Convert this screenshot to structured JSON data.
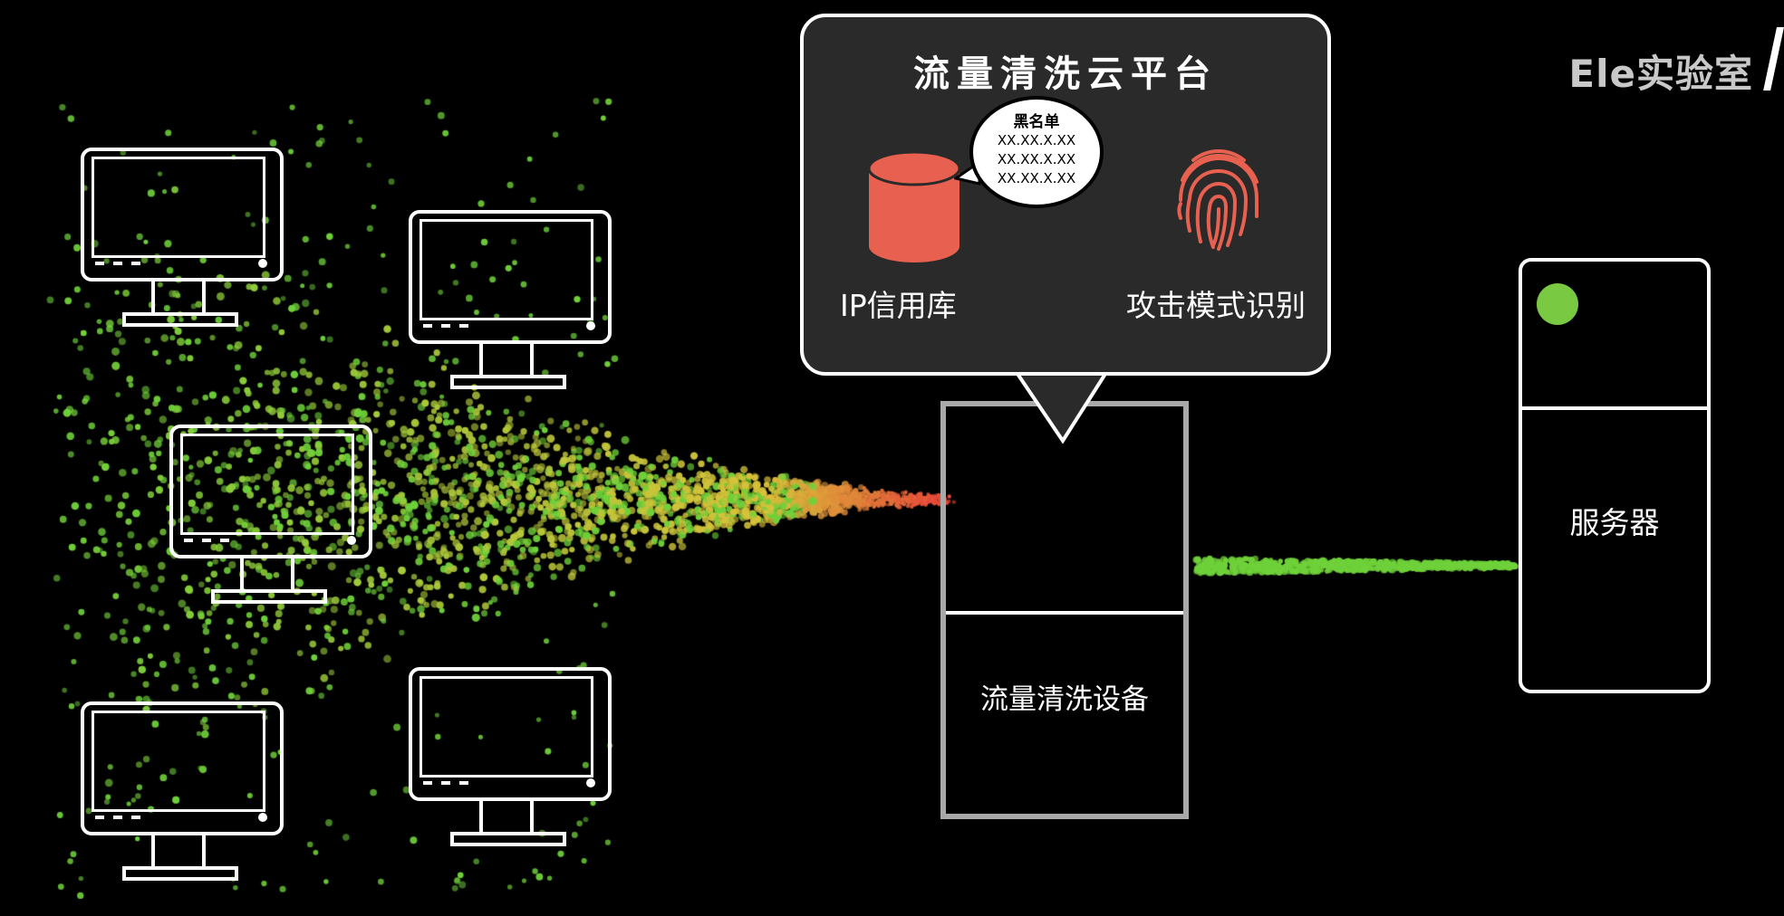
{
  "watermark": "Ele实验室",
  "platform": {
    "title": "流量清洗云平台",
    "ip_db_label": "IP信用库",
    "blacklist": {
      "title": "黑名单",
      "entries": [
        "XX.XX.X.XX",
        "XX.XX.X.XX",
        "XX.XX.X.XX"
      ]
    },
    "pattern_label": "攻击模式识别"
  },
  "device_label": "流量清洗设备",
  "server_label": "服务器",
  "monitors": [
    {
      "name": "monitor-1"
    },
    {
      "name": "monitor-2"
    },
    {
      "name": "monitor-3"
    },
    {
      "name": "monitor-4"
    },
    {
      "name": "monitor-5"
    }
  ],
  "colors": {
    "background": "#000000",
    "clean_traffic": "#6fd13a",
    "attack_traffic": "#e8473a",
    "mixed_traffic": "#d9c23a",
    "database": "#e8604f",
    "fingerprint": "#e8604f",
    "server_led": "#7ac943",
    "platform_bg": "#2a2a2a",
    "device_border": "#a9a9a9"
  },
  "icons": [
    "monitor-icon",
    "database-icon",
    "fingerprint-icon",
    "speech-bubble-icon",
    "server-led-icon"
  ]
}
